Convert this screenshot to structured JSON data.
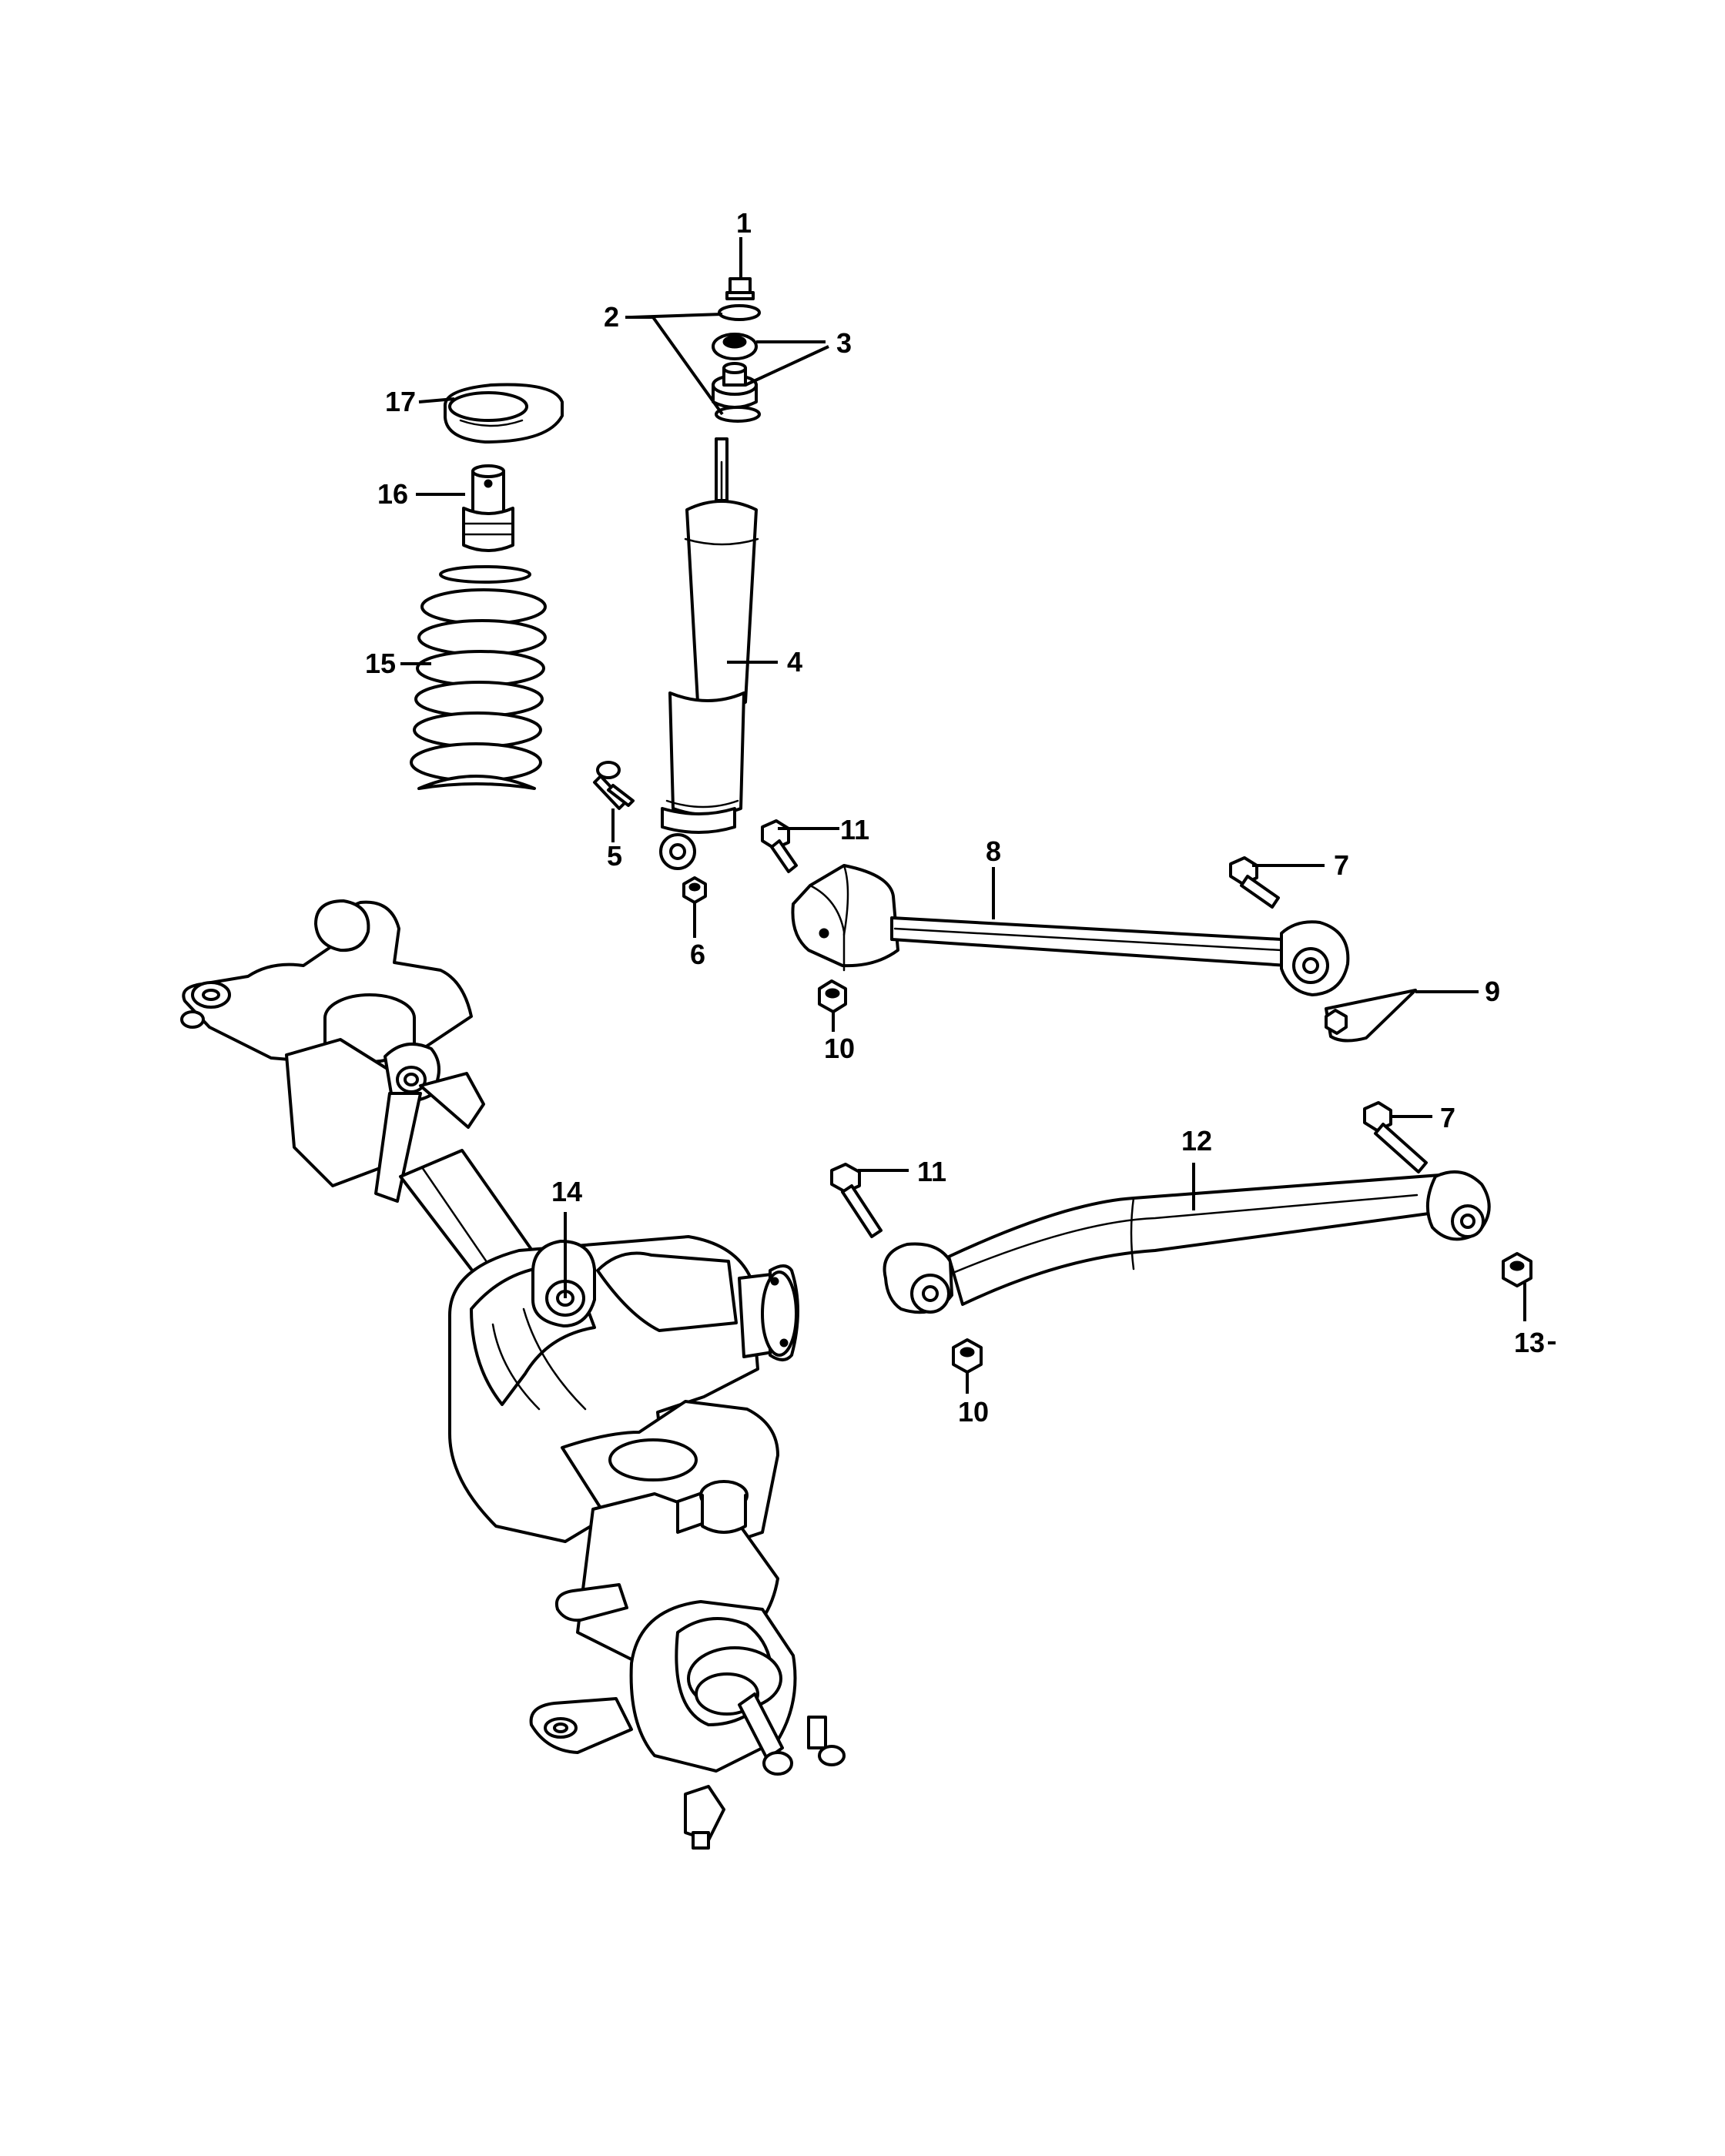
{
  "callouts": [
    {
      "id": "c1",
      "text": "1"
    },
    {
      "id": "c2",
      "text": "2"
    },
    {
      "id": "c3",
      "text": "3"
    },
    {
      "id": "c4",
      "text": "4"
    },
    {
      "id": "c5",
      "text": "5"
    },
    {
      "id": "c6",
      "text": "6"
    },
    {
      "id": "c7a",
      "text": "7"
    },
    {
      "id": "c7b",
      "text": "7"
    },
    {
      "id": "c8",
      "text": "8"
    },
    {
      "id": "c9",
      "text": "9"
    },
    {
      "id": "c10a",
      "text": "10"
    },
    {
      "id": "c10b",
      "text": "10"
    },
    {
      "id": "c11a",
      "text": "11"
    },
    {
      "id": "c11b",
      "text": "11"
    },
    {
      "id": "c12",
      "text": "12"
    },
    {
      "id": "c13",
      "text": "13"
    },
    {
      "id": "c14",
      "text": "14"
    },
    {
      "id": "c15",
      "text": "15"
    },
    {
      "id": "c16",
      "text": "16"
    },
    {
      "id": "c17",
      "text": "17"
    }
  ],
  "colors": {
    "line": "#000000",
    "background": "#ffffff"
  }
}
